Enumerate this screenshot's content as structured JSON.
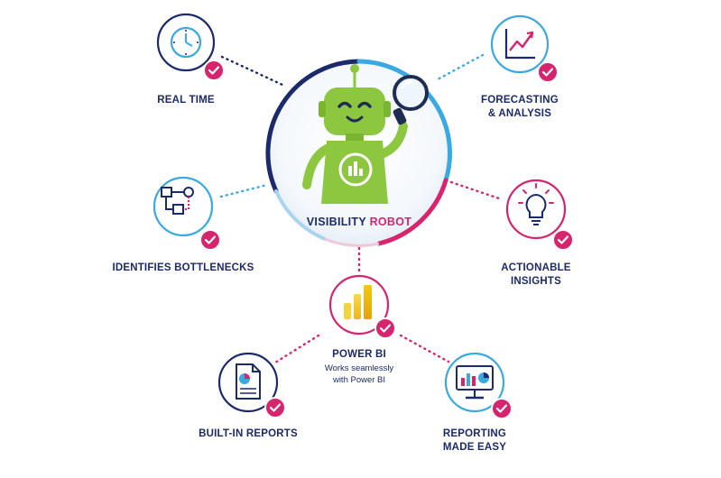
{
  "colors": {
    "navy": "#1b2a6b",
    "magenta": "#d6246e",
    "sky": "#3aa9e0",
    "green": "#8dc63f",
    "check": "#d6246e"
  },
  "center": {
    "title_main": "VISIBILITY",
    "title_accent": "ROBOT"
  },
  "features": {
    "real_time": {
      "label": "REAL TIME",
      "icon": "clock-icon"
    },
    "forecasting": {
      "line1": "FORECASTING",
      "line2": "& ANALYSIS",
      "icon": "growth-chart-icon"
    },
    "bottlenecks": {
      "label": "IDENTIFIES BOTTLENECKS",
      "icon": "flowchart-icon"
    },
    "insights": {
      "line1": "ACTIONABLE",
      "line2": "INSIGHTS",
      "icon": "lightbulb-icon"
    },
    "power_bi": {
      "label": "POWER BI",
      "sub1": "Works seamlessly",
      "sub2": "with Power BI",
      "icon": "power-bi-logo-icon"
    },
    "reports": {
      "label": "BUILT-IN REPORTS",
      "icon": "report-document-icon"
    },
    "reporting": {
      "line1": "REPORTING",
      "line2": "MADE EASY",
      "icon": "monitor-chart-icon"
    }
  }
}
